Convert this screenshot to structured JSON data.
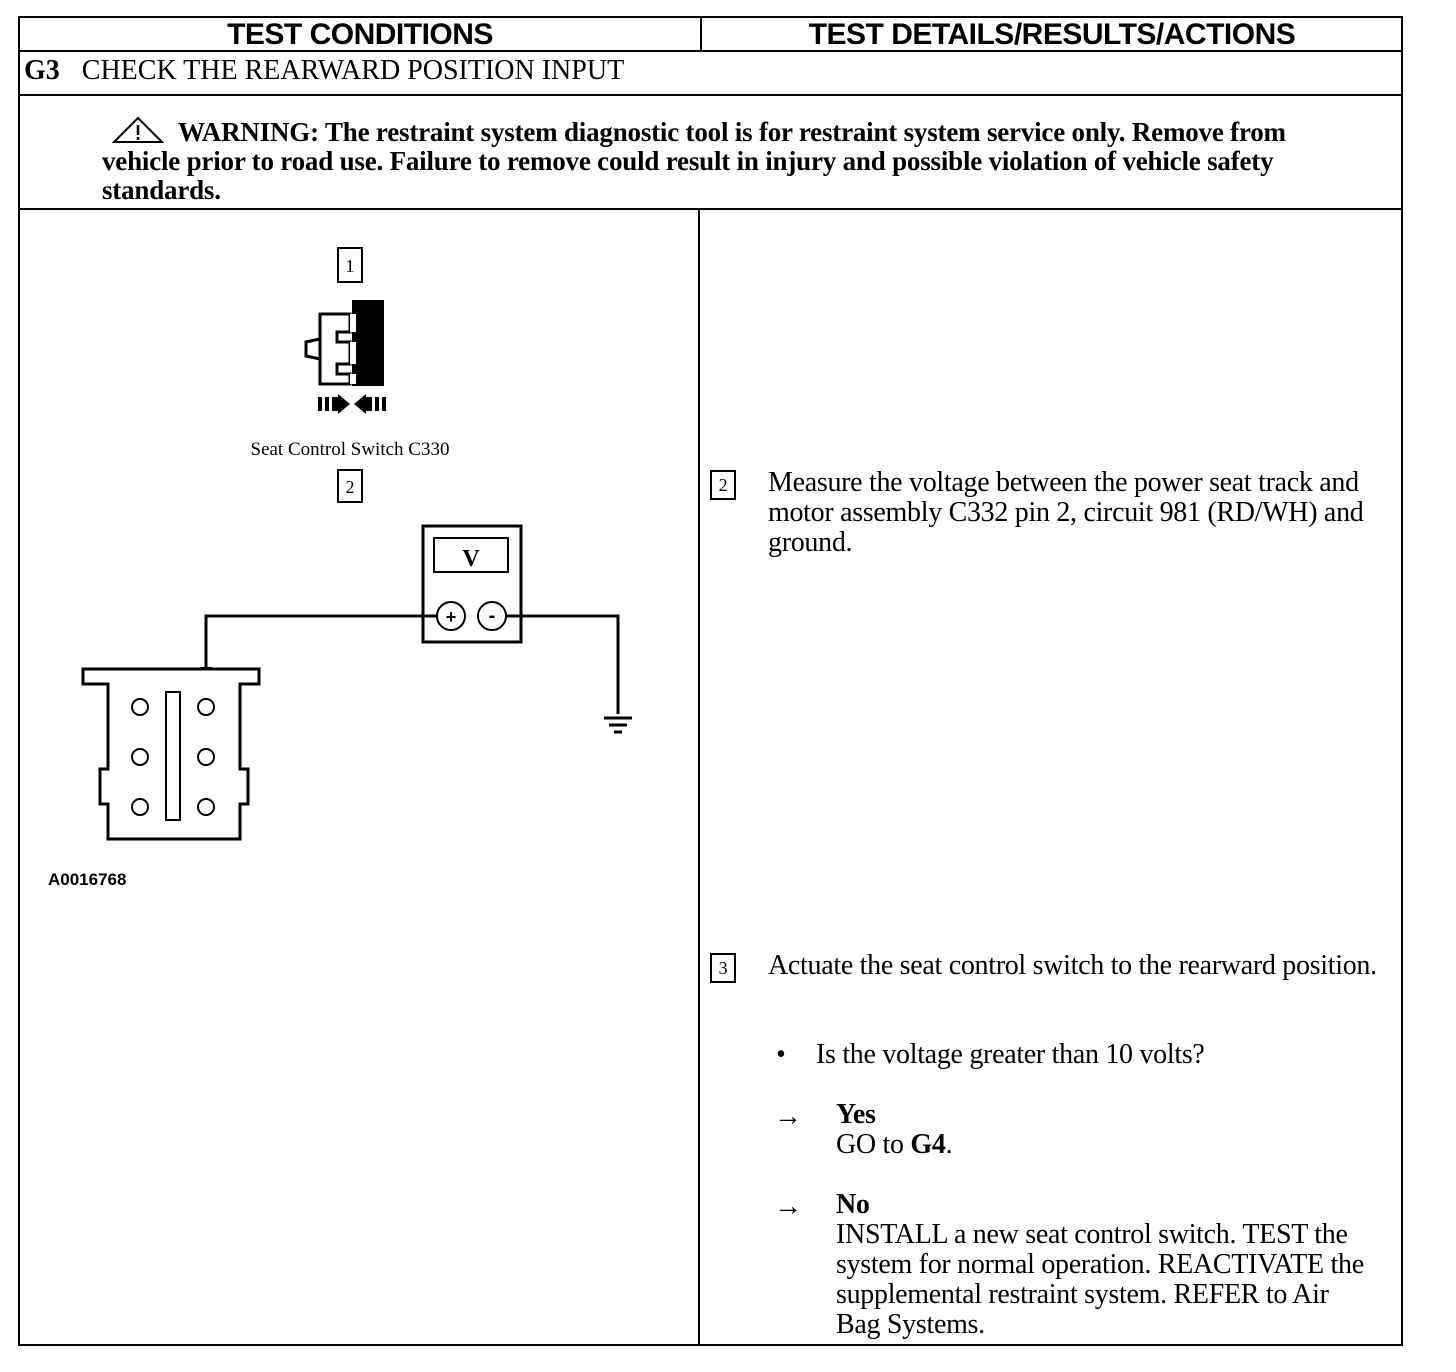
{
  "header": {
    "left": "TEST CONDITIONS",
    "right": "TEST DETAILS/RESULTS/ACTIONS"
  },
  "step": {
    "code": "G3",
    "title": "CHECK THE REARWARD POSITION INPUT"
  },
  "warning": {
    "label": "WARNING:",
    "text": "The restraint system diagnostic tool is for restraint system service only. Remove from vehicle prior to road use. Failure to remove could result in injury and possible violation of vehicle safety standards.",
    "icon": "warning-triangle-icon"
  },
  "diagram": {
    "callout_1": "1",
    "callout_2": "2",
    "connector_label": "Seat Control Switch C330",
    "meter_label": "V",
    "plus": "+",
    "minus": "-",
    "figure_id": "A0016768"
  },
  "details": {
    "step2_num": "2",
    "step2_text": "Measure the voltage between the power seat track and motor assembly C332 pin 2, circuit 981 (RD/WH) and ground.",
    "step3_num": "3",
    "step3_text": "Actuate the seat control switch to the rearward position.",
    "bullet": "•",
    "question": "Is the voltage greater than 10 volts?",
    "arrow": "→",
    "yes_label": "Yes",
    "yes_action_prefix": "GO to ",
    "yes_action_target": "G4",
    "yes_action_suffix": ".",
    "no_label": "No",
    "no_action": "INSTALL a new seat control switch. TEST the system for normal operation. REACTIVATE the supplemental restraint system. REFER to Air Bag Systems."
  }
}
